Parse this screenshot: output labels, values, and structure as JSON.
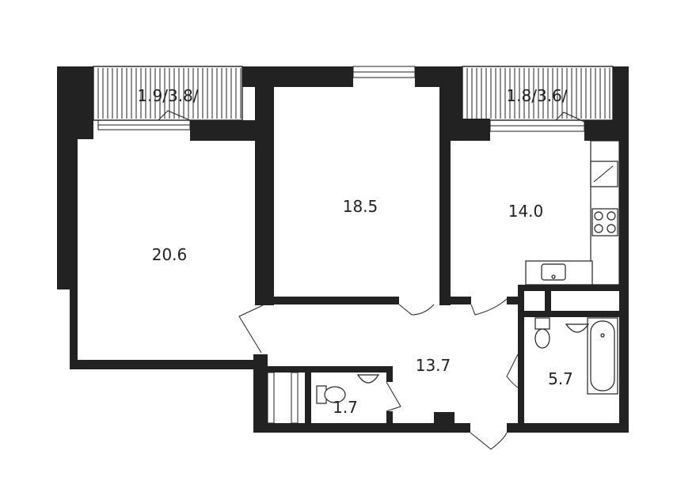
{
  "rooms": {
    "balcony_left": "1.9/3.8/",
    "balcony_right": "1.8/3.6/",
    "living_room": "20.6",
    "bedroom": "18.5",
    "kitchen": "14.0",
    "hallway": "13.7",
    "toilet": "1.7",
    "bathroom": "5.7"
  },
  "colors": {
    "wall": "#222222",
    "background": "#ffffff"
  }
}
